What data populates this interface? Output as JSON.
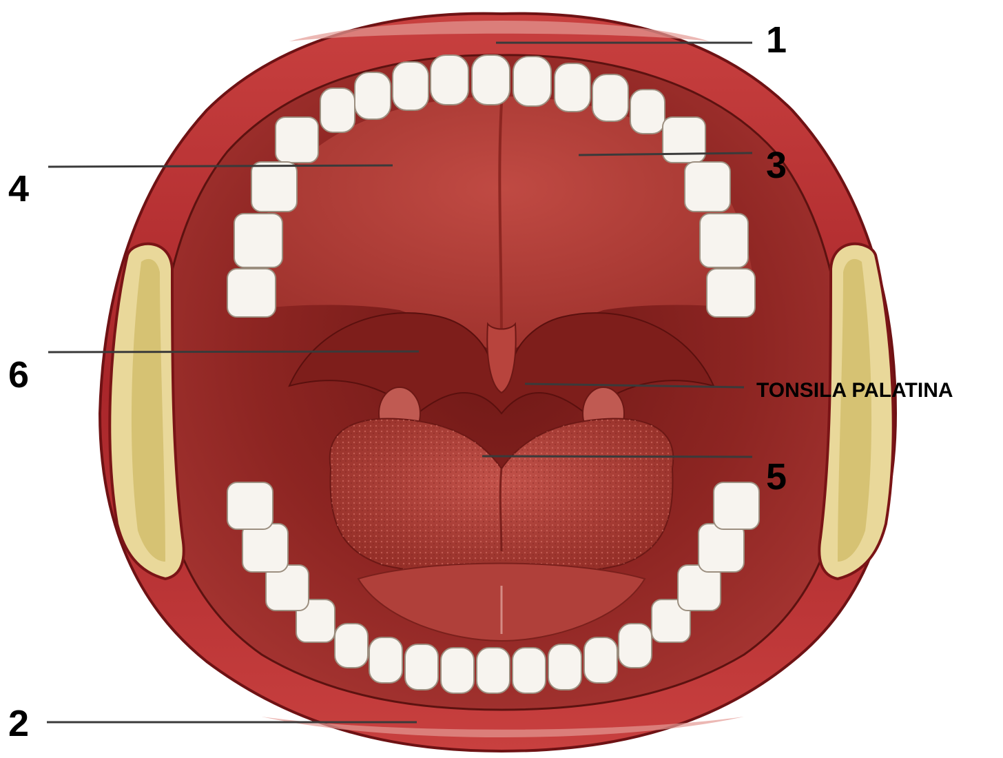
{
  "labels": {
    "l1": "1",
    "l2": "2",
    "l3": "3",
    "l4": "4",
    "l5": "5",
    "l6": "6",
    "tonsil": "TONSILA PALATINA"
  },
  "colors": {
    "lip": "#b52a2c",
    "lip_dark": "#7a1416",
    "lip_highlight": "#e08a86",
    "cavity": "#9a2a26",
    "palate": "#b5403a",
    "tongue": "#b9433d",
    "teeth": "#f7f4ef",
    "gum": "#c24a45",
    "cheek_cut": "#d9c56d",
    "label": "#000000"
  }
}
